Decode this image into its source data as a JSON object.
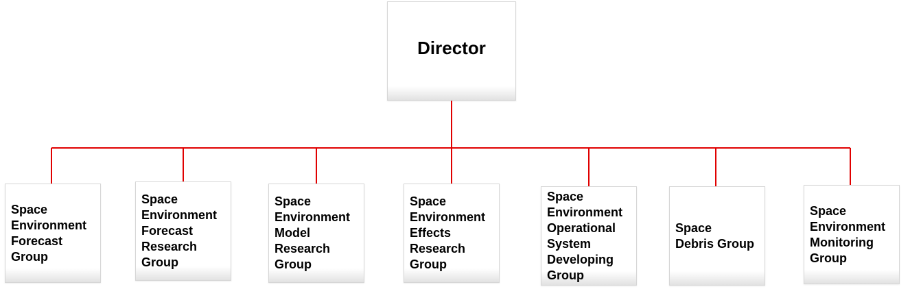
{
  "colors": {
    "connector": "#e00000",
    "box_border": "#d6d6d6"
  },
  "director": {
    "label": "Director"
  },
  "groups": [
    {
      "label": "Space\nEnvironment\nForecast\nGroup"
    },
    {
      "label": "Space\nEnvironment\nForecast\nResearch\nGroup"
    },
    {
      "label": "Space\nEnvironment\nModel\nResearch\nGroup"
    },
    {
      "label": "Space\nEnvironment\nEffects\nResearch\nGroup"
    },
    {
      "label": "Space\nEnvironment\nOperational\nSystem\nDeveloping\nGroup"
    },
    {
      "label": "Space\nDebris Group"
    },
    {
      "label": "Space\nEnvironment\nMonitoring\nGroup"
    }
  ]
}
